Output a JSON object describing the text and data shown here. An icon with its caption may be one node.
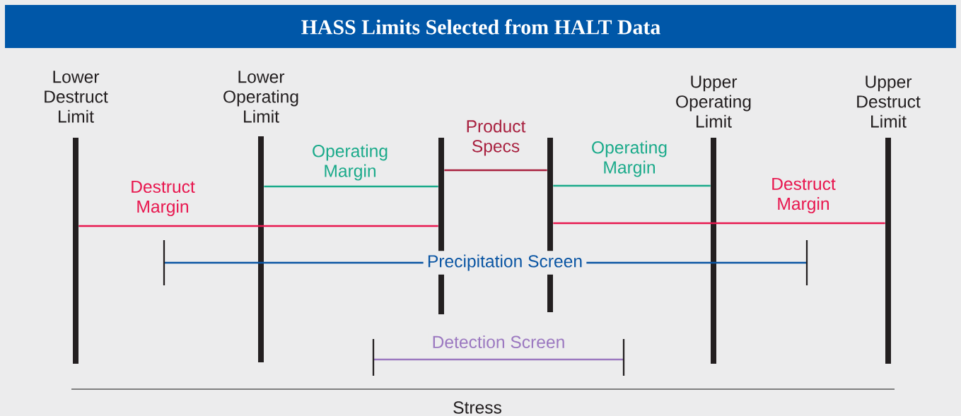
{
  "diagram": {
    "title": "HASS Limits Selected from HALT Data",
    "nodes": [
      {
        "text": [
          "Lower Destruct Limit"
        ]
      },
      {
        "text": [
          "Lower Operating Limit"
        ]
      },
      {
        "text": [],
        "shape": "bar"
      },
      {
        "text": [],
        "shape": "bar"
      },
      {
        "text": [
          "Upper Operating Limit"
        ]
      },
      {
        "text": [
          "Upper Destruct Limit"
        ]
      }
    ],
    "edges": [
      {
        "from": 1,
        "to": 2,
        "arrow": "none",
        "label": "Operating Margin",
        "color": "#1aaa8a"
      },
      {
        "from": 2,
        "to": 3,
        "arrow": "none",
        "label": "Product Specs",
        "color": "#a8203f"
      },
      {
        "from": 3,
        "to": 4,
        "arrow": "none",
        "label": "Operating Margin",
        "color": "#1aaa8a"
      },
      {
        "from": 0,
        "to": 2,
        "arrow": "none",
        "label": "Destruct Margin",
        "color": "#e8174f"
      },
      {
        "from": 3,
        "to": 5,
        "arrow": "none",
        "label": "Destruct Margin",
        "color": "#e8174f"
      }
    ],
    "labels": [
      "Precipitation Screen",
      "Detection Screen",
      "Stress"
    ]
  }
}
